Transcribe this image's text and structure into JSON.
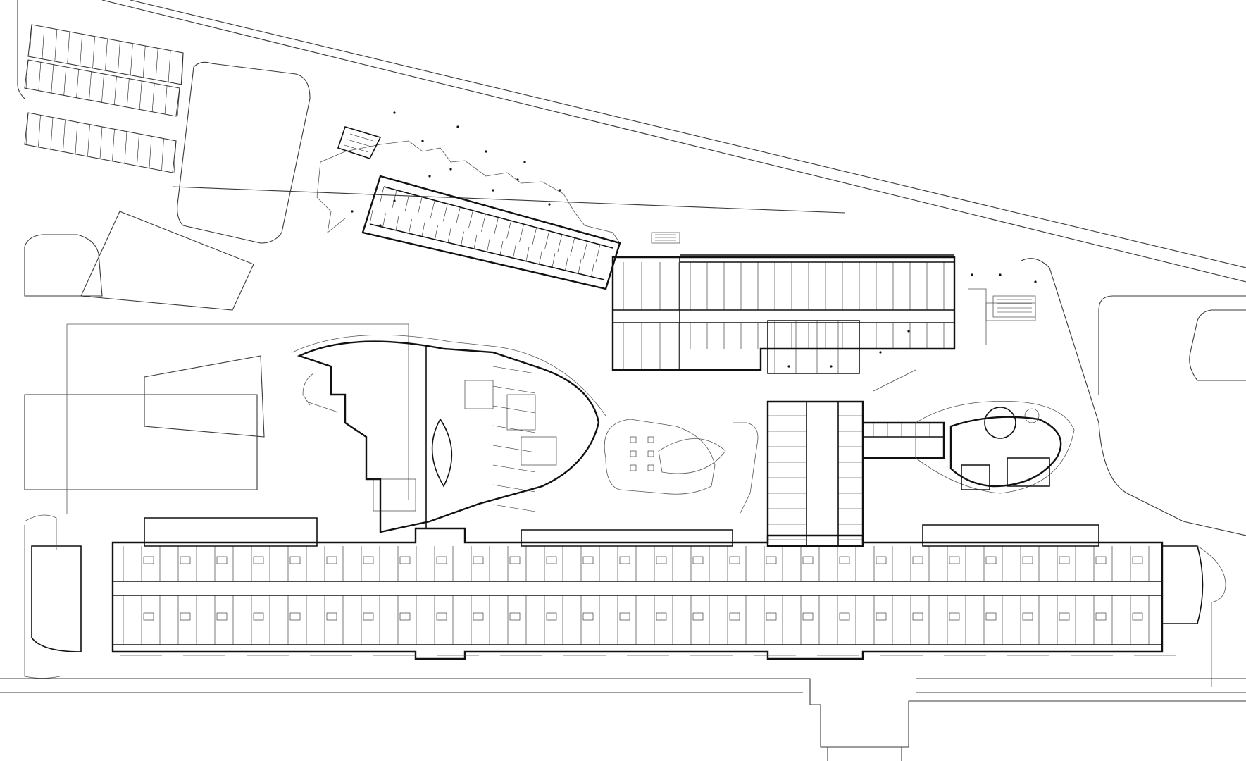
{
  "drawing": {
    "type": "architectural-site-floor-plan",
    "background": "#ffffff",
    "line_color": "#111111",
    "text_labels": []
  },
  "elements": {
    "parking_rows": 3,
    "north_wing": "angled-wing",
    "central_wing": "crescent-hall",
    "south_wing": "linear-block",
    "east_wing": "leaf-pavilion"
  }
}
